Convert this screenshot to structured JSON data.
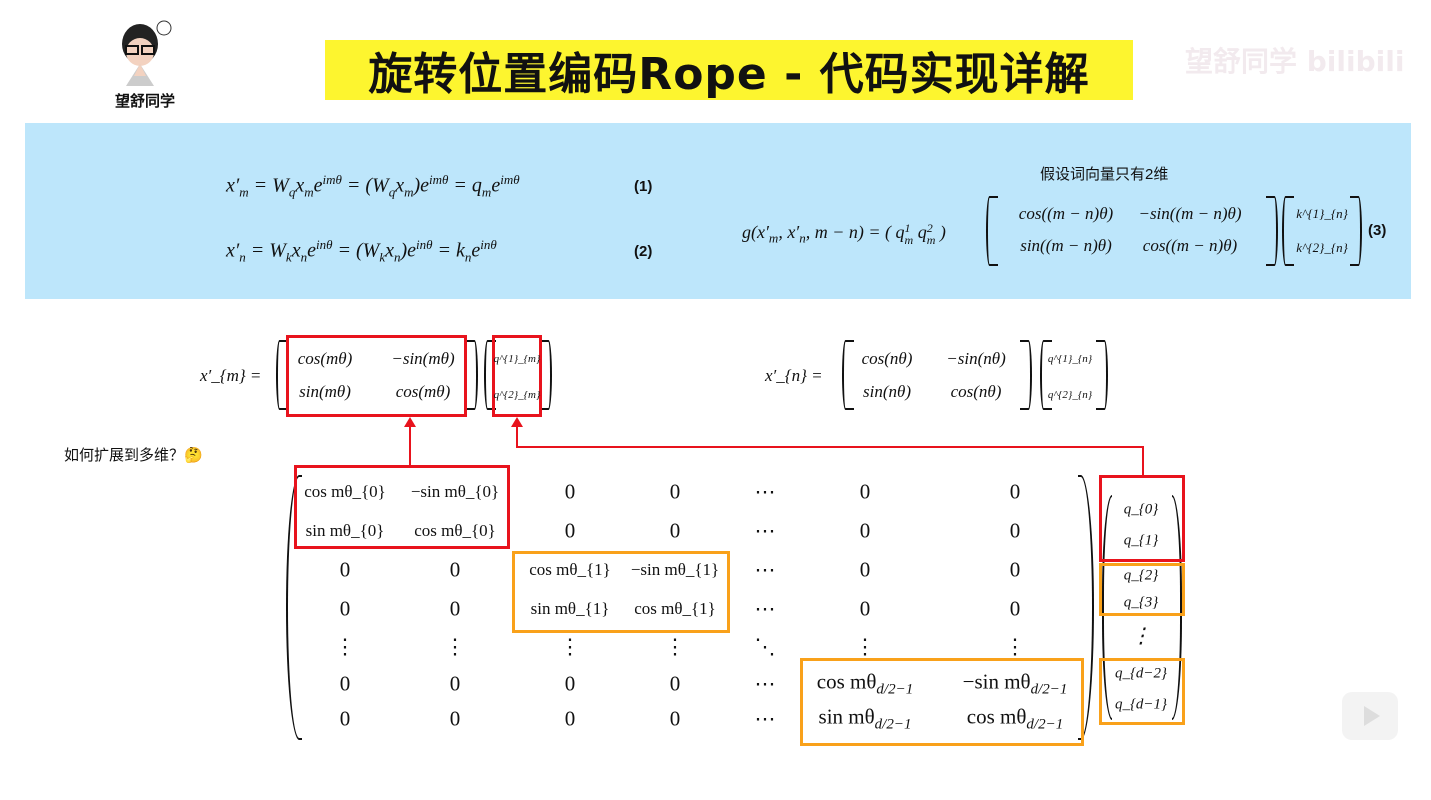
{
  "header": {
    "title": "旋转位置编码Rope - 代码实现详解",
    "author": "望舒同学",
    "watermark": "望舒同学 bilibili"
  },
  "panel": {
    "eq1": "x′_{m} = W_{q}x_{m}e^{imθ}  = (W_{q}x_{m})e^{imθ} = q_{m}e^{imθ}",
    "eq1_num": "(1)",
    "eq2": "x′_{n} = W_{k}x_{n}e^{inθ}  = (W_{k}x_{n})e^{inθ} = k_{n}e^{inθ}",
    "eq2_num": "(2)",
    "note": "假设词向量只有2维",
    "eq3_lhs": "g(x′_{m}, x′_{n}, m − n) = ( q^{1}_{m} q^{2}_{m} )",
    "eq3_matrix": [
      [
        "cos((m − n)θ)",
        "−sin((m − n)θ)"
      ],
      [
        "sin((m − n)θ)",
        "cos((m − n)θ)"
      ]
    ],
    "eq3_vec": [
      "k^{1}_{n}",
      "k^{2}_{n}"
    ],
    "eq3_num": "(3)"
  },
  "rot_m": {
    "lhs": "x′_{m} =",
    "matrix": [
      [
        "cos(mθ)",
        "−sin(mθ)"
      ],
      [
        "sin(mθ)",
        "cos(mθ)"
      ]
    ],
    "vec": [
      "q^{1}_{m}",
      "q^{2}_{m}"
    ]
  },
  "rot_n": {
    "lhs": "x′_{n} =",
    "matrix": [
      [
        "cos(nθ)",
        "−sin(nθ)"
      ],
      [
        "sin(nθ)",
        "cos(nθ)"
      ]
    ],
    "vec": [
      "q^{1}_{n}",
      "q^{2}_{n}"
    ]
  },
  "question": "如何扩展到多维？",
  "question_emoji": "🤔",
  "big_matrix": [
    [
      "cos mθ_{0}",
      "−sin mθ_{0}",
      "0",
      "0",
      "⋯",
      "0",
      "0"
    ],
    [
      "sin mθ_{0}",
      "cos mθ_{0}",
      "0",
      "0",
      "⋯",
      "0",
      "0"
    ],
    [
      "0",
      "0",
      "cos mθ_{1}",
      "−sin mθ_{1}",
      "⋯",
      "0",
      "0"
    ],
    [
      "0",
      "0",
      "sin mθ_{1}",
      "cos mθ_{1}",
      "⋯",
      "0",
      "0"
    ],
    [
      "⋮",
      "⋮",
      "⋮",
      "⋮",
      "⋱",
      "⋮",
      "⋮"
    ],
    [
      "0",
      "0",
      "0",
      "0",
      "⋯",
      "cos mθ_{d/2−1}",
      "−sin mθ_{d/2−1}"
    ],
    [
      "0",
      "0",
      "0",
      "0",
      "⋯",
      "sin mθ_{d/2−1}",
      "cos mθ_{d/2−1}"
    ]
  ],
  "q_vector": [
    "q_{0}",
    "q_{1}",
    "q_{2}",
    "q_{3}",
    "⋮",
    "q_{d−2}",
    "q_{d−1}"
  ],
  "colors": {
    "highlight": "#fdf52f",
    "panel": "#bde6fb",
    "red": "#e8131d",
    "orange": "#f9a11a"
  }
}
